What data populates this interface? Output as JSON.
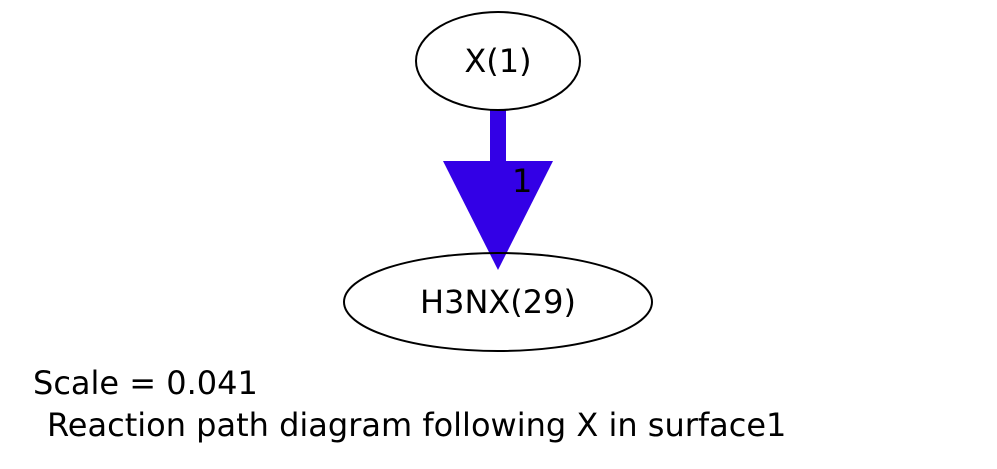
{
  "nodes": [
    {
      "id": "x1",
      "label": "X(1)"
    },
    {
      "id": "h3nx29",
      "label": "H3NX(29)"
    }
  ],
  "edges": [
    {
      "from": "X(1)",
      "to": "H3NX(29)",
      "label": "1",
      "color": "#3300e6"
    }
  ],
  "caption": {
    "scale": "Scale = 0.041",
    "title": "Reaction path diagram following X in surface1"
  }
}
